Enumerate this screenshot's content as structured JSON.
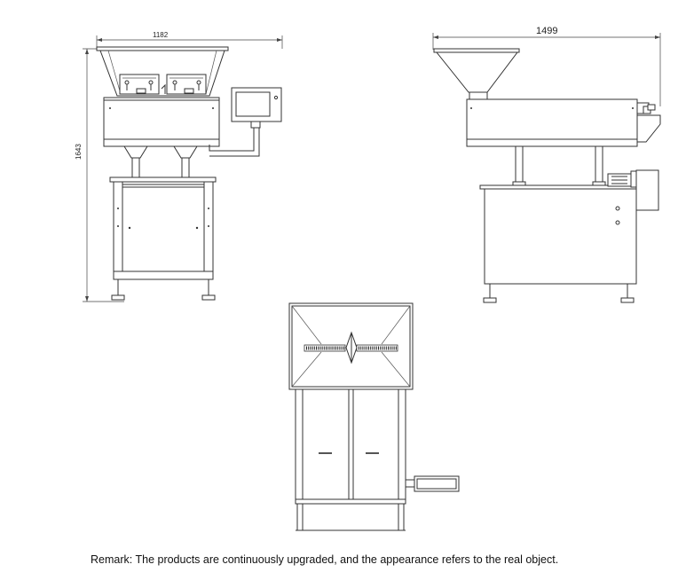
{
  "drawings": {
    "front_view": {
      "width_dimension": "1182",
      "height_dimension": "1643"
    },
    "side_view": {
      "width_dimension": "1499"
    },
    "top_view": {}
  },
  "remark": "Remark: The products are continuously upgraded, and the appearance refers to the real object."
}
